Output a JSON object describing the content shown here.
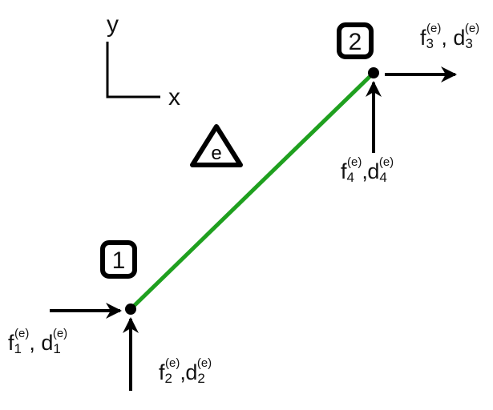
{
  "axes": {
    "x_label": "x",
    "y_label": "y"
  },
  "element": {
    "label": "e",
    "color": "#1fa01f"
  },
  "nodes": [
    {
      "label": "1"
    },
    {
      "label": "2"
    }
  ],
  "dofs": [
    {
      "f": "f",
      "d": "d",
      "index": "1",
      "sup": "(e)"
    },
    {
      "f": "f",
      "d": "d",
      "index": "2",
      "sup": "(e)"
    },
    {
      "f": "f",
      "d": "d",
      "index": "3",
      "sup": "(e)"
    },
    {
      "f": "f",
      "d": "d",
      "index": "4",
      "sup": "(e)"
    }
  ]
}
